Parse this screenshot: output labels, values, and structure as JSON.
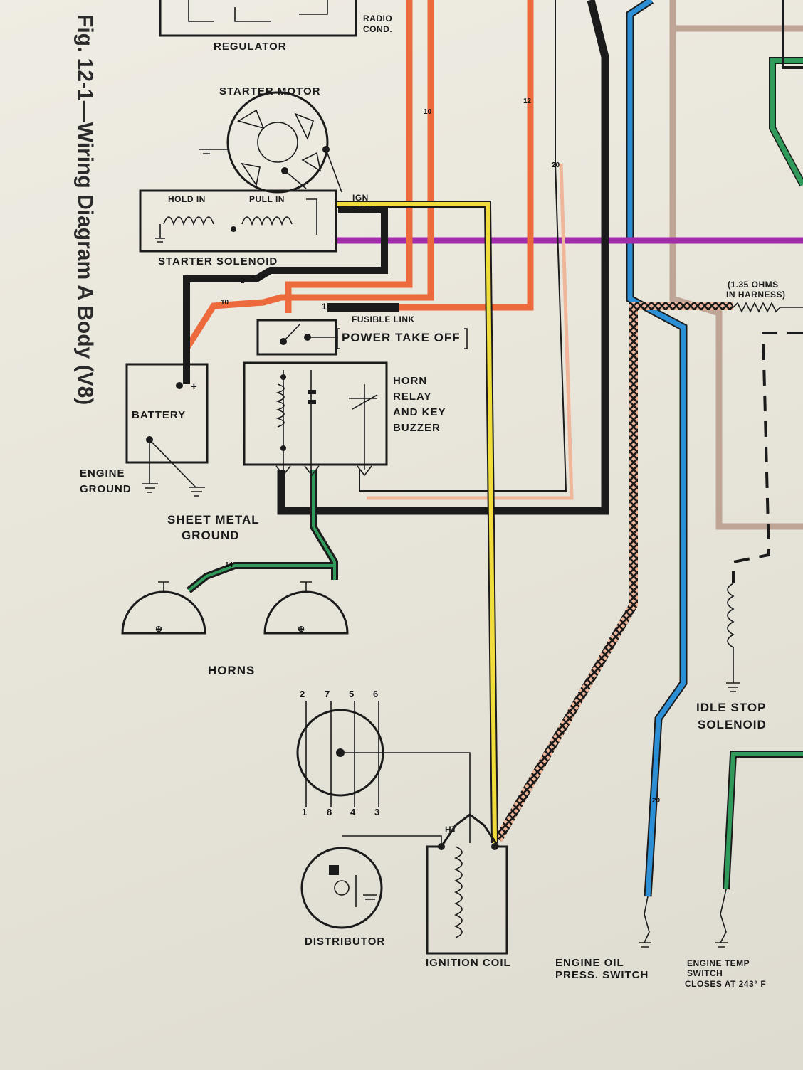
{
  "title": "Fig. 12-1—Wiring Diagram A Body (V8)",
  "components": {
    "regulator": "REGULATOR",
    "radio_cond_1": "RADIO",
    "radio_cond_2": "COND.",
    "starter_motor": "STARTER MOTOR",
    "hold_in": "HOLD IN",
    "pull_in": "PULL IN",
    "ign": "IGN",
    "batt": "BATT",
    "starter_solenoid": "STARTER SOLENOID",
    "battery": "BATTERY",
    "engine_ground_1": "ENGINE",
    "engine_ground_2": "GROUND",
    "sheet_metal_ground_1": "SHEET METAL",
    "sheet_metal_ground_2": "GROUND",
    "fusible_link": "FUSIBLE LINK",
    "power_take_off": "POWER TAKE OFF",
    "horn_relay_1": "HORN",
    "horn_relay_2": "RELAY",
    "horn_relay_3": "AND KEY",
    "horn_relay_4": "BUZZER",
    "horns": "HORNS",
    "distributor": "DISTRIBUTOR",
    "ht": "HT",
    "ignition_coil": "IGNITION COIL",
    "harness_resistor_1": "(1.35 OHMS",
    "harness_resistor_2": "IN HARNESS)",
    "idle_stop_1": "IDLE STOP",
    "idle_stop_2": "SOLENOID",
    "oil_switch_1": "ENGINE OIL",
    "oil_switch_2": "PRESS. SWITCH",
    "temp_switch_1": "ENGINE TEMP",
    "temp_switch_2": "SWITCH",
    "temp_switch_3": "CLOSES AT 243° F"
  },
  "distributor_cap": {
    "top": [
      "2",
      "7",
      "5",
      "6"
    ],
    "bottom": [
      "1",
      "8",
      "4",
      "3"
    ]
  },
  "wire_gauges": {
    "g2": "2",
    "g10": "10",
    "g10b": "10",
    "g12": "12",
    "g16": "16",
    "g14": "14",
    "g20a": "20",
    "g20b": "20",
    "plus": "+"
  },
  "wire_colors": {
    "orange": "#ec6a3c",
    "black": "#1b1b1b",
    "yellow": "#f0dc3a",
    "purple": "#a02ea8",
    "pink": "#efb69a",
    "tan": "#bfa596",
    "blue": "#2c8fd6",
    "green": "#2f9a5a",
    "checker": "#1b1b1b"
  }
}
